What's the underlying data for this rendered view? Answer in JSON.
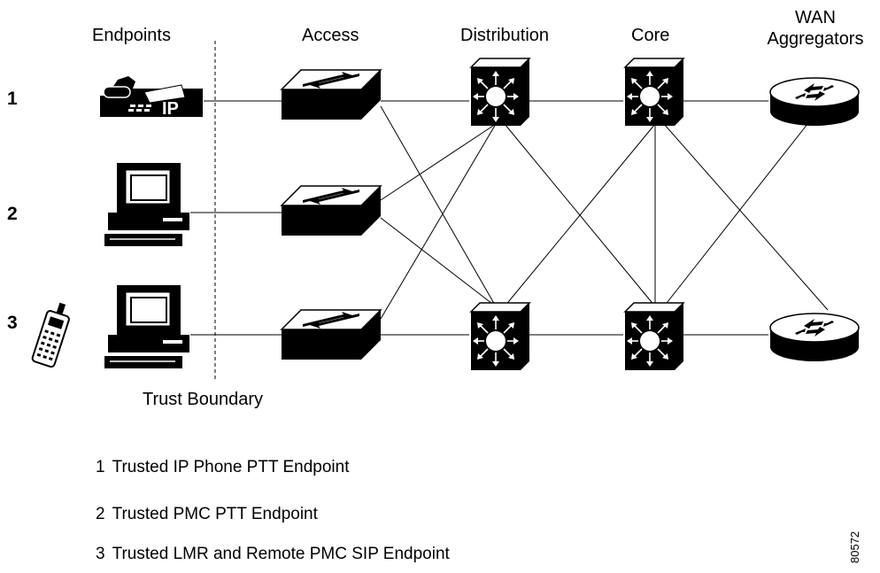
{
  "headers": {
    "endpoints": "Endpoints",
    "access": "Access",
    "distribution": "Distribution",
    "core": "Core",
    "wan_line1": "WAN",
    "wan_line2": "Aggregators"
  },
  "row_numbers": [
    "1",
    "2",
    "3"
  ],
  "phone_label": "IP",
  "trust_boundary": "Trust Boundary",
  "legend": [
    {
      "num": "1",
      "text": "Trusted IP Phone PTT Endpoint"
    },
    {
      "num": "2",
      "text": "Trusted PMC PTT Endpoint"
    },
    {
      "num": "3",
      "text": "Trusted LMR and Remote PMC SIP Endpoint"
    }
  ],
  "figure_id": "80572",
  "colors": {
    "ink": "#000000",
    "paper": "#ffffff"
  }
}
